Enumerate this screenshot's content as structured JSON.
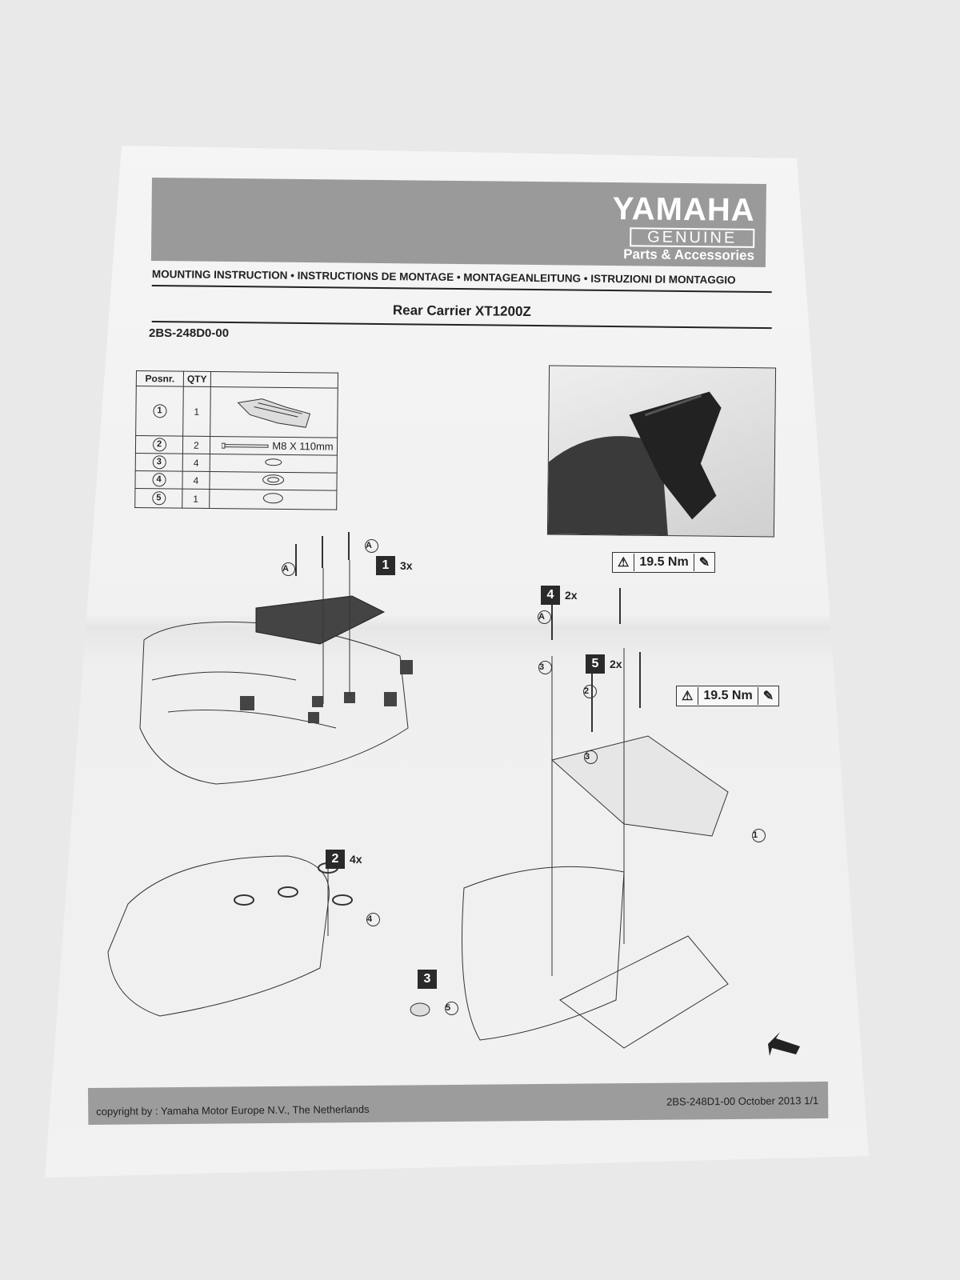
{
  "brand": {
    "name": "YAMAHA",
    "line1": "GENUINE",
    "line2": "Parts & Accessories"
  },
  "languages_line": "MOUNTING INSTRUCTION • INSTRUCTIONS DE MONTAGE • MONTAGEANLEITUNG • ISTRUZIONI DI MONTAGGIO",
  "product_title": "Rear Carrier XT1200Z",
  "part_number": "2BS-248D0-00",
  "parts_table": {
    "headers": [
      "Posnr.",
      "QTY",
      ""
    ],
    "rows": [
      {
        "pos": "1",
        "qty": "1",
        "desc": ""
      },
      {
        "pos": "2",
        "qty": "2",
        "desc": "M8 X 110mm"
      },
      {
        "pos": "3",
        "qty": "4",
        "desc": ""
      },
      {
        "pos": "4",
        "qty": "4",
        "desc": ""
      },
      {
        "pos": "5",
        "qty": "1",
        "desc": ""
      }
    ]
  },
  "steps": [
    {
      "num": "1",
      "count": "3x"
    },
    {
      "num": "2",
      "count": "4x"
    },
    {
      "num": "3",
      "count": ""
    },
    {
      "num": "4",
      "count": "2x"
    },
    {
      "num": "5",
      "count": "2x"
    }
  ],
  "torque": {
    "value": "19.5 Nm",
    "symbol": "⚠"
  },
  "callouts": {
    "a": "A",
    "c1": "1",
    "c2": "2",
    "c3": "3",
    "c4": "4",
    "c5": "5"
  },
  "footer": {
    "left": "copyright by :  Yamaha Motor Europe N.V., The Netherlands",
    "right": "2BS-248D1-00   October 2013 1/1"
  }
}
